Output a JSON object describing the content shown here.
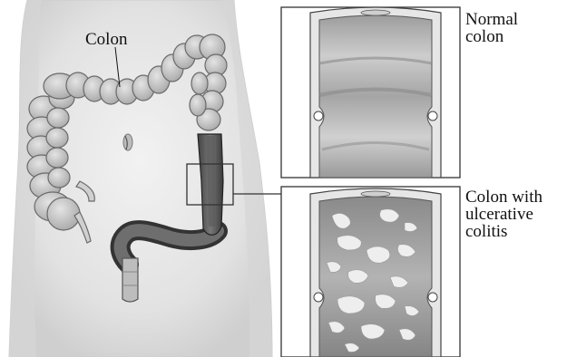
{
  "labels": {
    "colon": "Colon",
    "normal_colon": [
      "Normal",
      "colon"
    ],
    "uc_colon": [
      "Colon with",
      "ulcerative",
      "colitis"
    ]
  },
  "colors": {
    "skin": "#e6e6e6",
    "skin_shadow": "#cfcfcf",
    "colon_fill": "#c9c9c9",
    "colon_dark": "#5c5c5c",
    "interior": "#b4b4b4",
    "outline": "#222222"
  }
}
